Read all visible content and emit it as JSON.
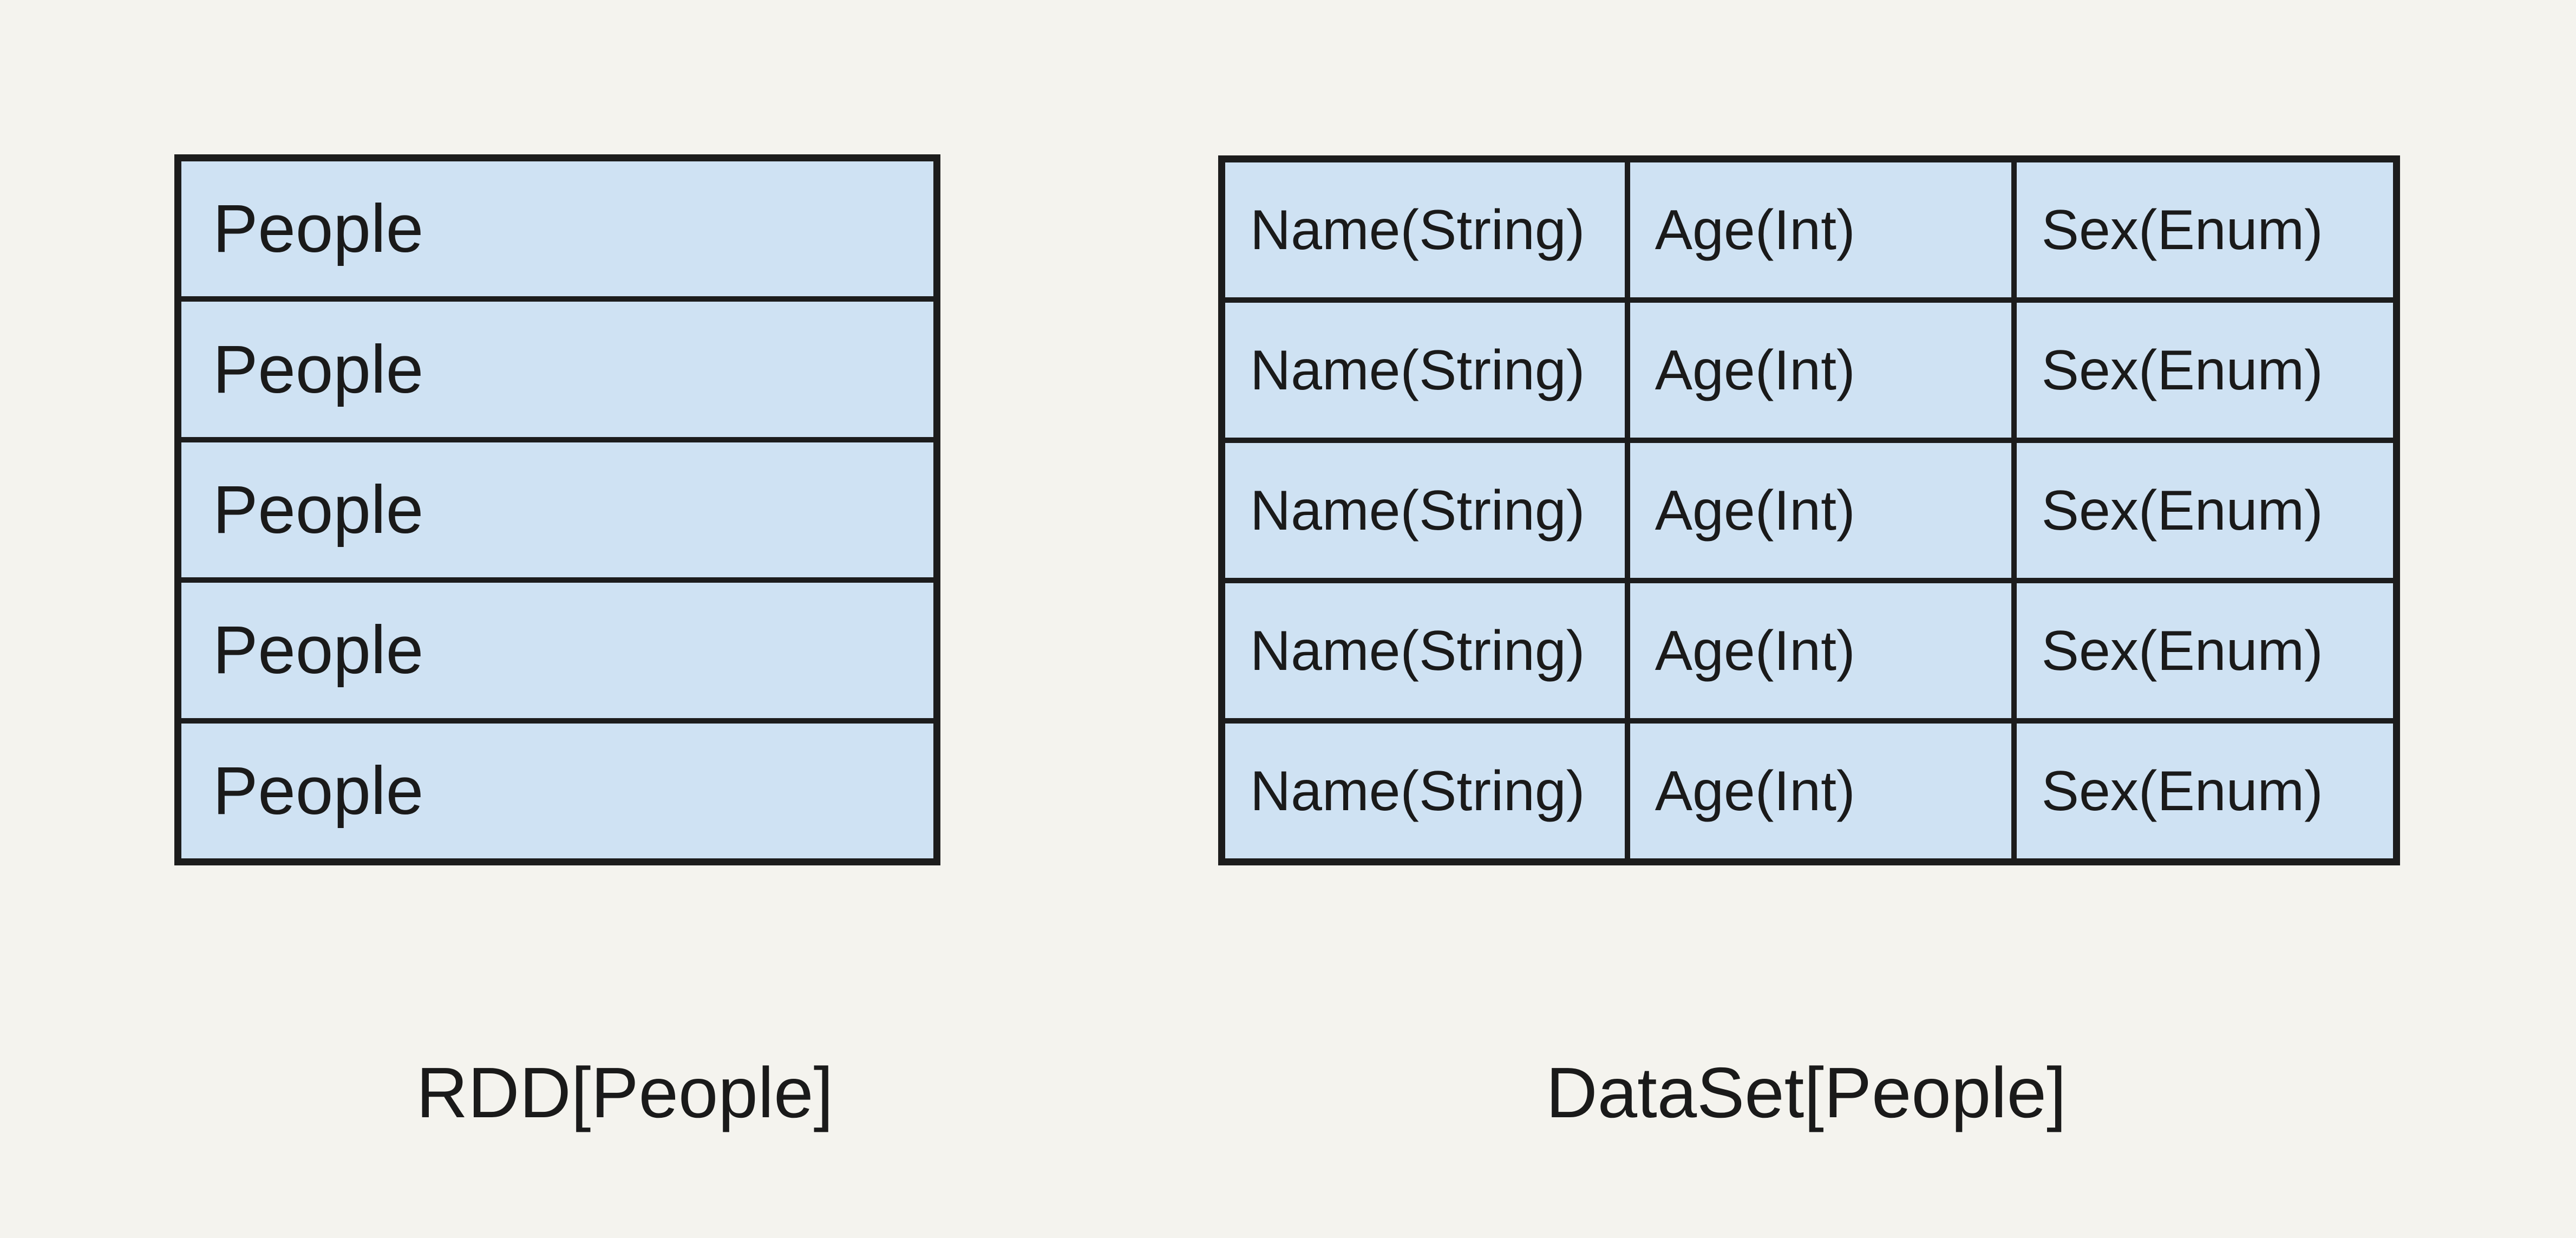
{
  "diagram": {
    "left_table": {
      "caption": "RDD[People]",
      "rows": [
        "People",
        "People",
        "People",
        "People",
        "People"
      ]
    },
    "right_table": {
      "caption": "DataSet[People]",
      "columns": [
        "Name(String)",
        "Age(Int)",
        "Sex(Enum)"
      ],
      "rows": [
        [
          "Name(String)",
          "Age(Int)",
          "Sex(Enum)"
        ],
        [
          "Name(String)",
          "Age(Int)",
          "Sex(Enum)"
        ],
        [
          "Name(String)",
          "Age(Int)",
          "Sex(Enum)"
        ],
        [
          "Name(String)",
          "Age(Int)",
          "Sex(Enum)"
        ],
        [
          "Name(String)",
          "Age(Int)",
          "Sex(Enum)"
        ]
      ]
    },
    "colors": {
      "background": "#f4f3ee",
      "cell_fill": "#cfe2f3",
      "border": "#1c1c1c",
      "text": "#1a1a1a"
    }
  }
}
